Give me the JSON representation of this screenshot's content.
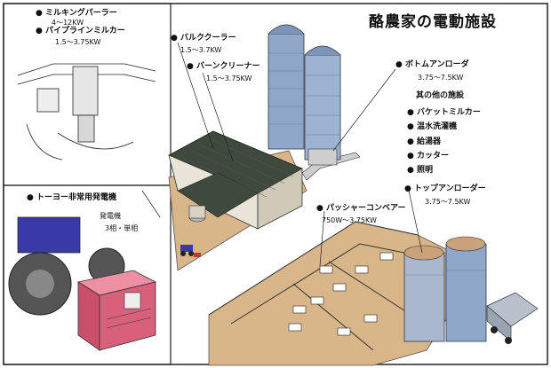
{
  "title": "酪農家の電動施設",
  "milking_parlor": {
    "name": "ミルキングパーラー",
    "power": "4～12KW"
  },
  "pipeline_milker": {
    "name": "パイプラインミルカー",
    "power": "1.5～3.75KW"
  },
  "bulk_cooler": {
    "name": "バルククーラー",
    "power": "1.5～3.7KW"
  },
  "barn_cleaner": {
    "name": "バーンクリーナー",
    "power": "1.5～3.75KW"
  },
  "bottom_unloader": {
    "name": "ボトムアンローダ",
    "power": "3.75～7.5KW"
  },
  "others": {
    "heading": "其の他の施設",
    "items": [
      "バケットミルカー",
      "温水洗濯機",
      "給湯器",
      "カッター",
      "照明"
    ]
  },
  "generator": {
    "name": "トーヨー非常用発電機",
    "label": "発電機",
    "phase": "3相・単相"
  },
  "top_unloader": {
    "name": "トップアンローダー",
    "power": "3.75～7.5KW"
  },
  "pusher_conveyor": {
    "name": "パッシャーコンベアー",
    "power": "750W～3.75KW"
  },
  "colors": {
    "barn_roof": "#3d4a3c",
    "silo": "#8fa8c9",
    "generator": "#d8607a",
    "tractor": "#3a39a8",
    "ground": "#d9b68a"
  }
}
